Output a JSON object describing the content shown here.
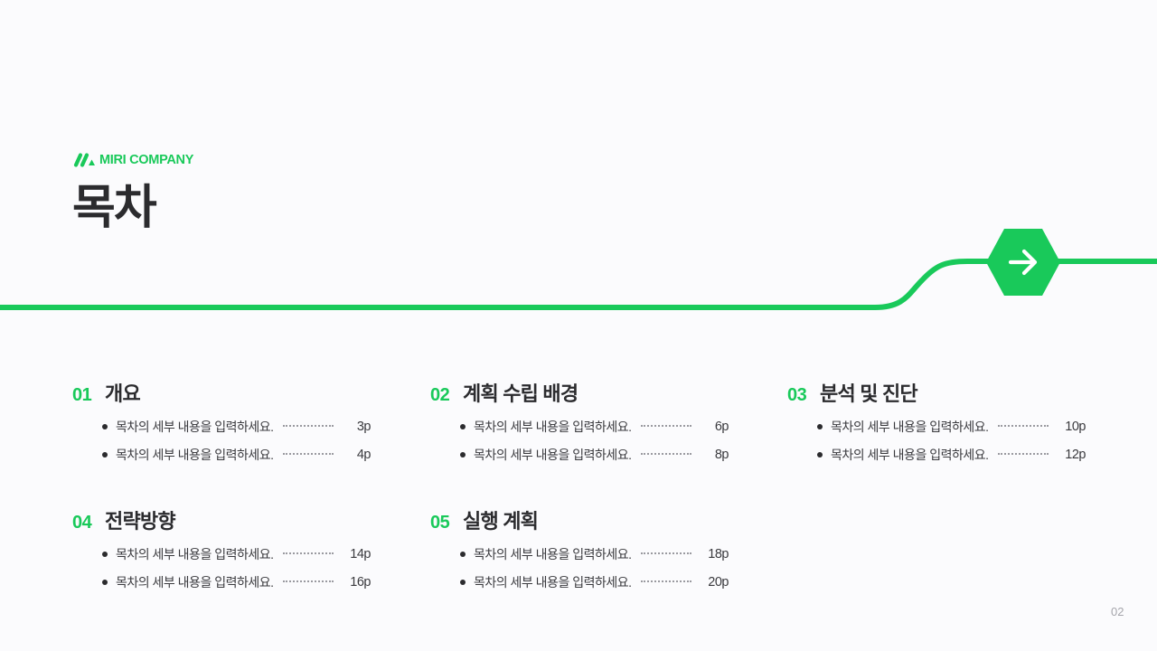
{
  "brand": {
    "name": "MIRI COMPANY",
    "logo_icon": "brand-slash-logo",
    "accent_color": "#19c95a"
  },
  "title": "목차",
  "decoration": {
    "arrow_icon": "arrow-right-icon",
    "line_color": "#19c95a"
  },
  "sections": [
    {
      "num": "01",
      "title": "개요",
      "items": [
        {
          "text": "목차의 세부 내용을 입력하세요.",
          "page": "3p"
        },
        {
          "text": "목차의 세부 내용을 입력하세요.",
          "page": "4p"
        }
      ]
    },
    {
      "num": "02",
      "title": "계획 수립 배경",
      "items": [
        {
          "text": "목차의 세부 내용을 입력하세요.",
          "page": "6p"
        },
        {
          "text": "목차의 세부 내용을 입력하세요.",
          "page": "8p"
        }
      ]
    },
    {
      "num": "03",
      "title": "분석 및 진단",
      "items": [
        {
          "text": "목차의 세부 내용을 입력하세요.",
          "page": "10p"
        },
        {
          "text": "목차의 세부 내용을 입력하세요.",
          "page": "12p"
        }
      ]
    },
    {
      "num": "04",
      "title": "전략방향",
      "items": [
        {
          "text": "목차의 세부 내용을 입력하세요.",
          "page": "14p"
        },
        {
          "text": "목차의 세부 내용을 입력하세요.",
          "page": "16p"
        }
      ]
    },
    {
      "num": "05",
      "title": "실행 계획",
      "items": [
        {
          "text": "목차의 세부 내용을 입력하세요.",
          "page": "18p"
        },
        {
          "text": "목차의 세부 내용을 입력하세요.",
          "page": "20p"
        }
      ]
    }
  ],
  "page_number": "02"
}
